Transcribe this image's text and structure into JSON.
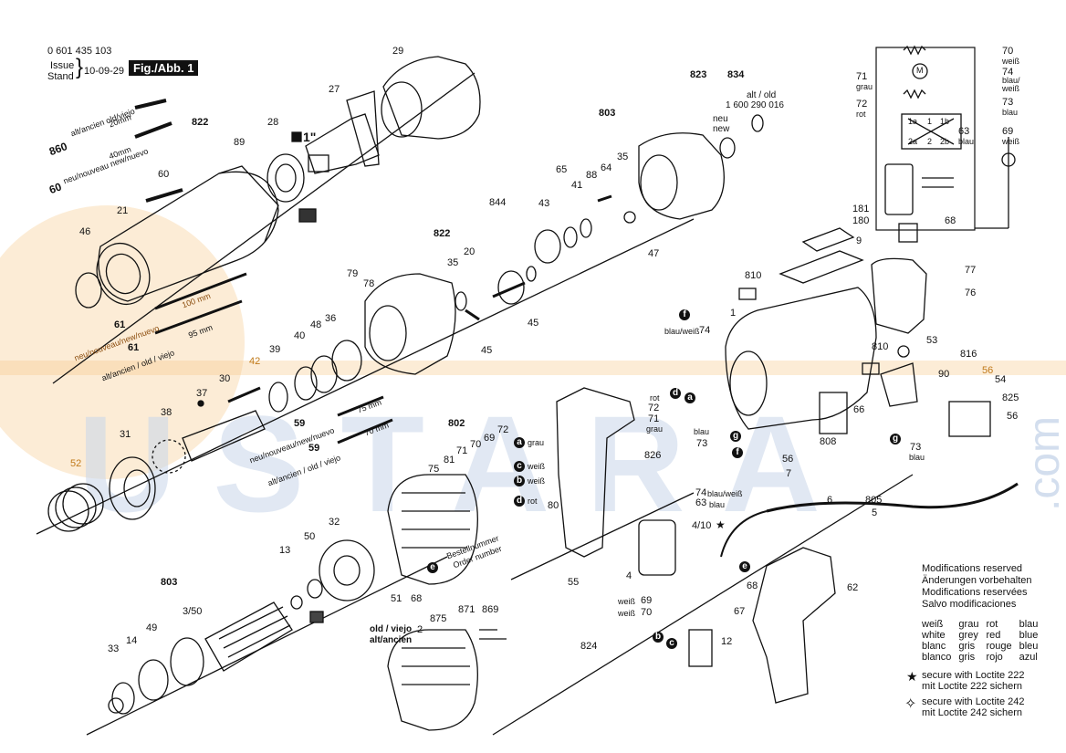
{
  "header": {
    "part_number": "0 601 435 103",
    "issue_label": "Issue",
    "stand_label": "Stand",
    "issue_date": "10-09-29",
    "figure_label": "Fig./Abb. 1"
  },
  "watermark": {
    "text": "USTARA",
    "domain": ".com"
  },
  "callouts": {
    "p29": "29",
    "p27": "27",
    "p28": "28",
    "p1in": "1\"",
    "p822a": "822",
    "p89": "89",
    "p860": "860",
    "p860_note": "alt/ancien old/viejo",
    "p860_len": "20mm",
    "p60a": "60",
    "p60a_note": "neu/nouveau new/nuevo",
    "p60a_len": "40mm",
    "p60b": "60",
    "p21": "21",
    "p46": "46",
    "p61a": "61",
    "p61a_note": "neu/nouveau/new/nuevo",
    "p61a_len": "100 mm",
    "p61b": "61",
    "p61b_note": "alt/ancien / old / viejo",
    "p61b_len": "95 mm",
    "p822b": "822",
    "p35a": "35",
    "p20": "20",
    "p79": "79",
    "p78": "78",
    "p36": "36",
    "p48": "48",
    "p40": "40",
    "p39": "39",
    "p42": "42",
    "p45a": "45",
    "p37": "37",
    "p30": "30",
    "p38": "38",
    "p31": "31",
    "p52": "52",
    "p59a": "59",
    "p59a_note": "neu/nouveau/new/nuevo",
    "p59a_len": "75 mm",
    "p59b": "59",
    "p59b_note": "alt/ancien / old / viejo",
    "p59b_len": "70 mm",
    "p844": "844",
    "p43": "43",
    "p41": "41",
    "p65": "65",
    "p45b": "45",
    "p803a": "803",
    "p823": "823",
    "p834": "834",
    "p88": "88",
    "p64": "64",
    "p35b": "35",
    "p47": "47",
    "p_neu": "neu",
    "p_new": "new",
    "p_alt": "alt / old",
    "p_old_pn": "1 600 290 016",
    "p802": "802",
    "p81": "81",
    "p71a": "71",
    "p70a": "70",
    "p69a": "69",
    "p72a": "72",
    "p75": "75",
    "w_a": "a",
    "w_a_t": "grau",
    "w_c": "c",
    "w_c_t": "weiß",
    "w_b": "b",
    "w_b_t": "weiß",
    "w_d": "d",
    "w_d_t": "rot",
    "p80": "80",
    "p51": "51",
    "p68a": "68",
    "p_e": "e",
    "p_bestell": "Bestellnummer",
    "p_order": "Order number",
    "p13": "13",
    "p50": "50",
    "p32": "32",
    "p803b": "803",
    "p49": "49",
    "p350": "3/50",
    "p33": "33",
    "p14": "14",
    "p_old2_a": "old / viejo",
    "p_old2_b": "alt/ancien",
    "p2": "2",
    "p875": "875",
    "p871": "871",
    "p869": "869",
    "p824": "824",
    "p55": "55",
    "p181": "181",
    "p180": "180",
    "p9": "9",
    "p810a": "810",
    "p77": "77",
    "p76": "76",
    "p_f1": "f",
    "p74a": "74",
    "p74a_t": "blau/weiß",
    "p1": "1",
    "p810b": "810",
    "p53": "53",
    "p816": "816",
    "p90": "90",
    "p56a": "56",
    "p54": "54",
    "p66": "66",
    "p808": "808",
    "p_g1": "g",
    "p73a": "73",
    "p73a_t": "blau",
    "p825": "825",
    "p56b": "56",
    "p56c": "56",
    "p7": "7",
    "p_rot": "rot",
    "p72b": "72",
    "p71b": "71",
    "p71b_t": "grau",
    "p_d2": "d",
    "p_a2": "a",
    "p73b": "73",
    "p73b_t": "blau",
    "p_g2": "g",
    "p_f2": "f",
    "p826": "826",
    "p74b": "74",
    "p74b_t": "blau/weiß",
    "p63a": "63",
    "p63a_t": "blau",
    "p6": "6",
    "p805": "805",
    "p5": "5",
    "p410": "4/10",
    "p4": "4",
    "p_e2": "e",
    "p68b": "68",
    "p69b": "69",
    "p69b_t": "weiß",
    "p70b": "70",
    "p70b_t": "weiß",
    "p67": "67",
    "p_b2": "b",
    "p_c2": "c",
    "p12": "12",
    "p62": "62"
  },
  "schematic": {
    "p70": "70",
    "p70_t": "weiß",
    "p71": "71",
    "p71_t": "grau",
    "p74": "74",
    "p74_t": "blau/\nweiß",
    "p72": "72",
    "p72_t": "rot",
    "p73": "73",
    "p73_t": "blau",
    "p63": "63",
    "p63_t": "blau",
    "p69": "69",
    "p69_t": "weiß",
    "p68": "68",
    "motor": "M",
    "t1a": "1a",
    "t1": "1",
    "t1b": "1b",
    "t2a": "2a",
    "t2": "2",
    "t2b": "2b"
  },
  "notes": {
    "mods": [
      "Modifications reserved",
      "Änderungen vorbehalten",
      "Modifications reservées",
      "Salvo modificaciones"
    ],
    "colors": [
      [
        "weiß",
        "grau",
        "rot",
        "blau"
      ],
      [
        "white",
        "grey",
        "red",
        "blue"
      ],
      [
        "blanc",
        "gris",
        "rouge",
        "bleu"
      ],
      [
        "blanco",
        "gris",
        "rojo",
        "azul"
      ]
    ],
    "loctite1": [
      "secure with Loctite 222",
      "mit Loctite 222 sichern"
    ],
    "loctite2": [
      "secure with Loctite 242",
      "mit Loctite 242 sichern"
    ]
  },
  "colors": {
    "ink": "#111111",
    "watermark_orange": "#f6c98a",
    "watermark_blue": "#c9d7ea",
    "highlight_orange": "#c07a1a"
  }
}
